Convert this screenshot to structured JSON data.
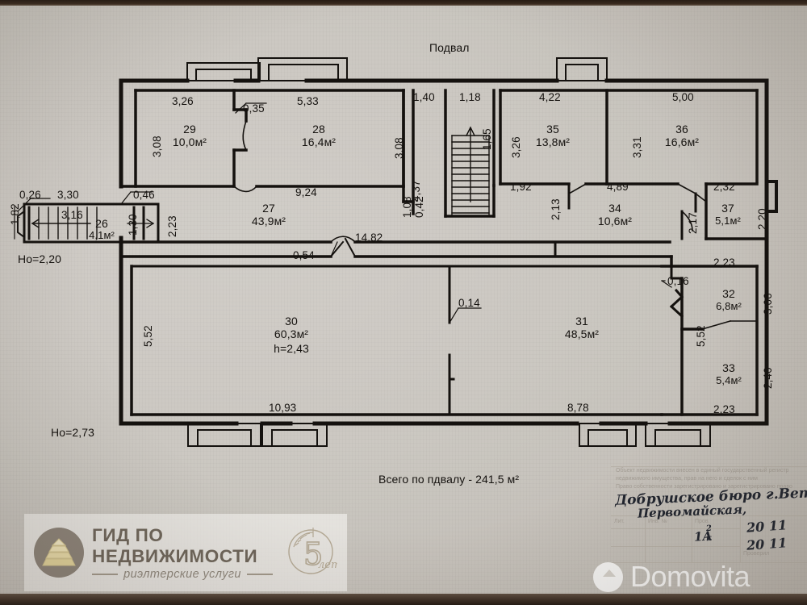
{
  "document": {
    "title": "Подвал",
    "total_label": "Всего по пдвалу - 241,5 м²",
    "ho_left": "Ho=2,20",
    "ho_bottom": "Ho=2,73"
  },
  "rooms": [
    {
      "id": "26",
      "number": "26",
      "area": "4,1м²",
      "height": ""
    },
    {
      "id": "27",
      "number": "27",
      "area": "43,9м²",
      "height": ""
    },
    {
      "id": "28",
      "number": "28",
      "area": "16,4м²",
      "height": ""
    },
    {
      "id": "29",
      "number": "29",
      "area": "10,0м²",
      "height": ""
    },
    {
      "id": "30",
      "number": "30",
      "area": "60,3м²",
      "height": "h=2,43"
    },
    {
      "id": "31",
      "number": "31",
      "area": "48,5м²",
      "height": ""
    },
    {
      "id": "32",
      "number": "32",
      "area": "6,8м²",
      "height": ""
    },
    {
      "id": "33",
      "number": "33",
      "area": "5,4м²",
      "height": ""
    },
    {
      "id": "34",
      "number": "34",
      "area": "10,6м²",
      "height": ""
    },
    {
      "id": "35",
      "number": "35",
      "area": "13,8м²",
      "height": ""
    },
    {
      "id": "36",
      "number": "36",
      "area": "16,6м²",
      "height": ""
    },
    {
      "id": "37",
      "number": "37",
      "area": "5,1м²",
      "height": ""
    }
  ],
  "dimensions": {
    "d_0_26": "0,26",
    "d_1_82": "1,82",
    "d_3_30": "3,30",
    "d_3_16": "3,16",
    "d_1_30": "1,30",
    "d_0_46": "0,46",
    "d_2_23_left": "2,23",
    "d_3_26_left": "3,26",
    "d_3_08_left": "3,08",
    "d_0_35": "0,35",
    "d_5_33": "5,33",
    "d_3_08_mid": "3,08",
    "d_9_24": "9,24",
    "d_1_08": "1,08",
    "d_0_42": "0,42",
    "d_4_37": "4,37",
    "d_1_40": "1,40",
    "d_1_18": "1,18",
    "d_1_65": "1,65",
    "d_3_26_right": "3,26",
    "d_4_22": "4,22",
    "d_3_31": "3,31",
    "d_5_00": "5,00",
    "d_1_92": "1,92",
    "d_2_13": "2,13",
    "d_4_89": "4,89",
    "d_2_32": "2,32",
    "d_2_17": "2,17",
    "d_2_20_right": "2,20",
    "d_0_54": "0,54",
    "d_14_82": "14,82",
    "d_0_14": "0,14",
    "d_5_52_left": "5,52",
    "d_5_52_right": "5,52",
    "d_0_16": "0,16",
    "d_2_23_r1": "2,23",
    "d_3_06": "3,06",
    "d_2_40": "2,40",
    "d_2_23_r2": "2,23",
    "d_10_93": "10,93",
    "d_8_78": "8,78"
  },
  "stamp": {
    "line1": "Добрушское бюро г.Вет",
    "line2": "Первомайская,",
    "code": "1А",
    "code_sup": "2",
    "code_sub": "к",
    "date1": "20  11",
    "date2": "20  11",
    "faint_top": "Объект недвижимости внесен в единый государственный регистр",
    "faint_top2": "недвижимого имущества, прав на него и сделок с ним",
    "faint_top3": "Право собственности зарегистрировано и зарегистрировано право",
    "faint_l1": "Лит.",
    "faint_l2": "Инв. №",
    "faint_l3": "Пров.",
    "faint_l4": "Проверил"
  },
  "watermarks": {
    "gid_title": "ГИД ПО НЕДВИЖИМОСТИ",
    "gid_sub": "риэлтерские услуги",
    "gid_badge_num": "5",
    "gid_badge_word": "лет",
    "domovita": "Domovita"
  },
  "colors": {
    "ink": "#15120f",
    "paper": "#e4e0d9",
    "wall": "#111111",
    "logo_brown": "#6d6459",
    "logo_disc": "#8b8277"
  }
}
